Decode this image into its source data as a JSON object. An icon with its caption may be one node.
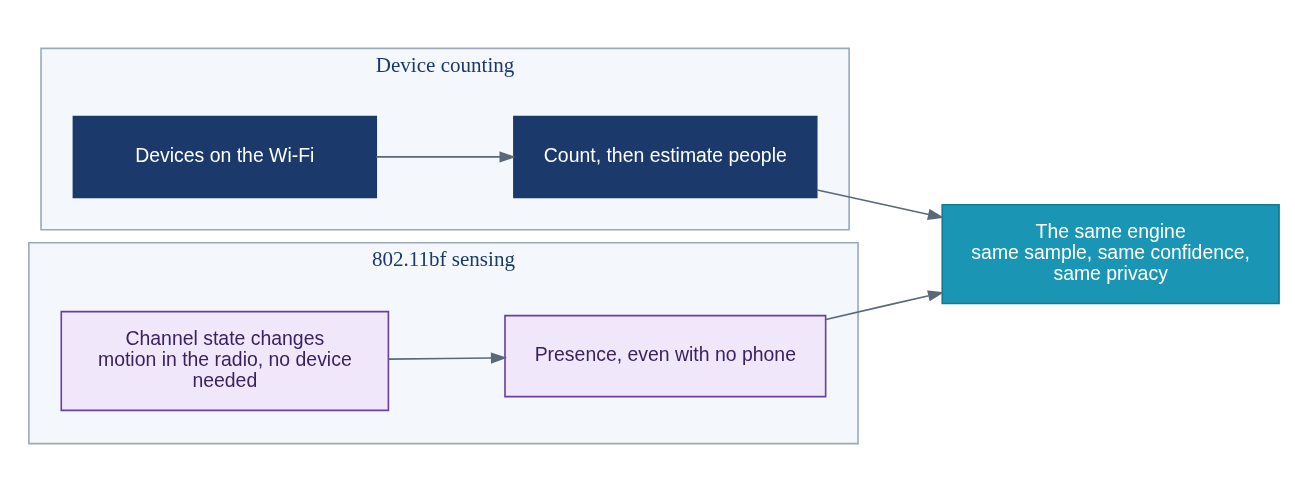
{
  "diagram": {
    "nodes": [
      {
        "text": [
          "Device counting"
        ]
      },
      {
        "text": [
          "Devices on the Wi-Fi"
        ],
        "in": 0
      },
      {
        "text": [
          "Count, then estimate people"
        ],
        "in": 0
      },
      {
        "text": [
          "802.11bf sensing"
        ]
      },
      {
        "text": [
          "Channel state changes",
          "motion in the radio, no device needed"
        ],
        "in": 3
      },
      {
        "text": [
          "Presence, even with no phone"
        ],
        "in": 3
      },
      {
        "text": [
          "The same engine",
          "same sample, same confidence, same privacy"
        ]
      }
    ],
    "edges": [
      {
        "from": 1,
        "to": 2,
        "arrow": "to"
      },
      {
        "from": 2,
        "to": 6,
        "arrow": "to"
      },
      {
        "from": 4,
        "to": 5,
        "arrow": "to"
      },
      {
        "from": 5,
        "to": 6,
        "arrow": "to"
      }
    ]
  }
}
